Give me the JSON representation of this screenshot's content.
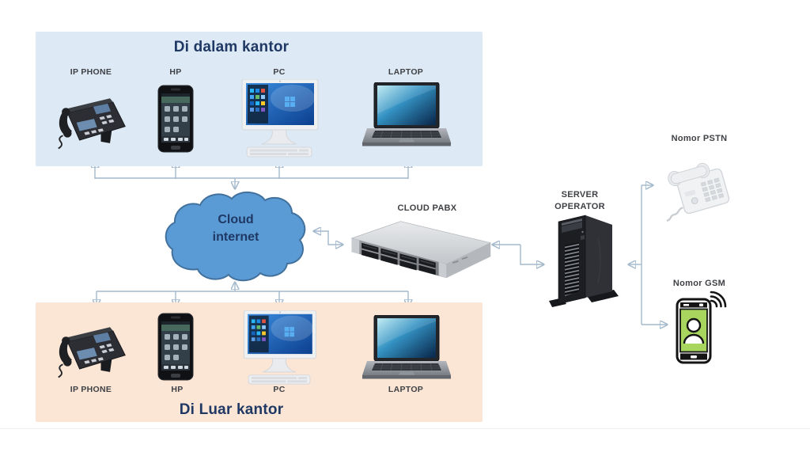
{
  "colors": {
    "background": "#ffffff",
    "inside_zone_bg": "#dde9f5",
    "outside_zone_bg": "#fbe5d5",
    "title_text": "#1f3864",
    "label_text": "#3f4145",
    "cloud_fill": "#5b9bd5",
    "cloud_stroke": "#41719c",
    "connector_line": "#a3b8cb",
    "connector_arrow": "#6293bd",
    "gsm_screen": "#a8d55e"
  },
  "zones": {
    "inside": {
      "title": "Di dalam kantor",
      "devices": [
        {
          "label": "IP PHONE",
          "icon": "ip-phone-icon"
        },
        {
          "label": "HP",
          "icon": "smartphone-icon"
        },
        {
          "label": "PC",
          "icon": "desktop-pc-icon"
        },
        {
          "label": "LAPTOP",
          "icon": "laptop-icon"
        }
      ]
    },
    "outside": {
      "title": "Di Luar kantor",
      "devices": [
        {
          "label": "IP PHONE",
          "icon": "ip-phone-icon"
        },
        {
          "label": "HP",
          "icon": "smartphone-icon"
        },
        {
          "label": "PC",
          "icon": "desktop-pc-icon"
        },
        {
          "label": "LAPTOP",
          "icon": "laptop-icon"
        }
      ]
    }
  },
  "nodes": {
    "cloud": {
      "label_line1": "Cloud",
      "label_line2": "internet"
    },
    "pabx": {
      "label": "CLOUD PABX"
    },
    "operator": {
      "label_line1": "SERVER",
      "label_line2": "OPERATOR"
    },
    "pstn": {
      "label": "Nomor PSTN"
    },
    "gsm": {
      "label": "Nomor GSM"
    }
  }
}
